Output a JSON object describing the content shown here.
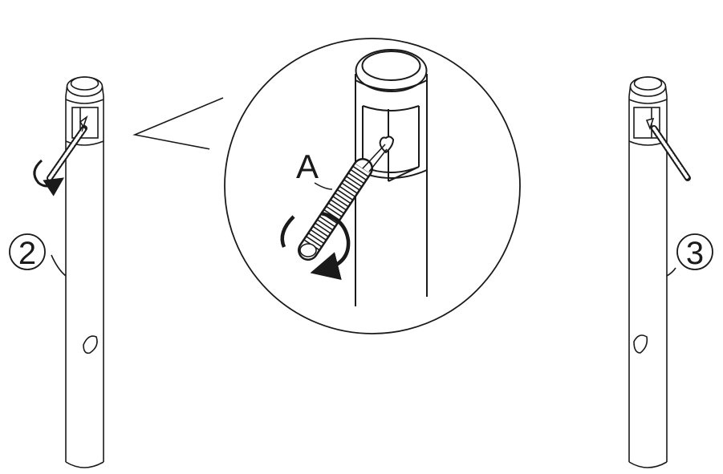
{
  "figure": {
    "callout_letter": "A",
    "left_post_number": "2",
    "right_post_number": "3",
    "line_color": "#1a1a1a",
    "background_color": "#ffffff",
    "rotation_arrow_icon": "rotate-clockwise-arrow-icon",
    "threaded_bolt_icon": "threaded-bolt-icon"
  }
}
